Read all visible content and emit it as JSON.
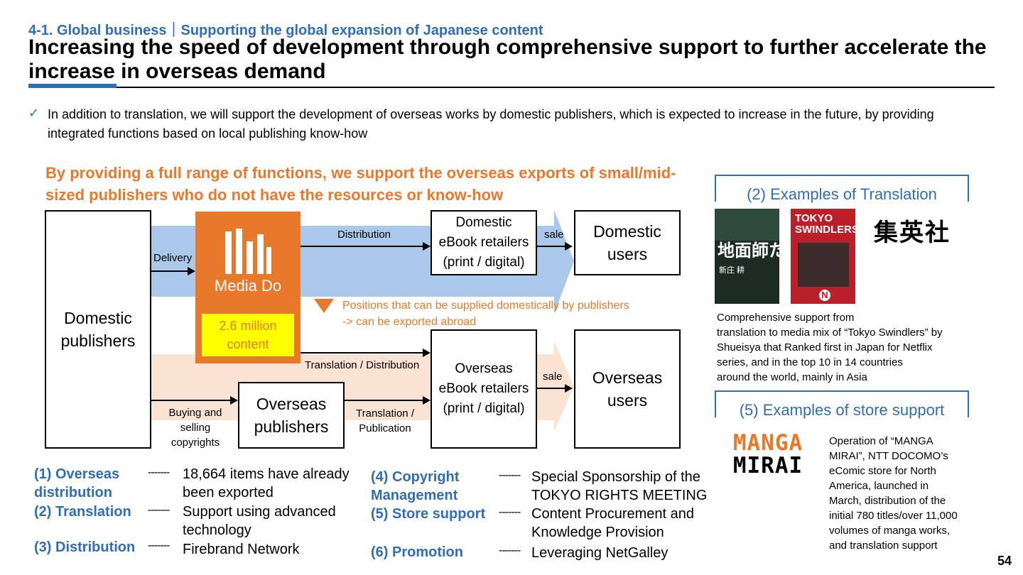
{
  "header": {
    "breadcrumb": "4-1. Global business｜Supporting the global expansion of Japanese content",
    "title": "Increasing the speed of development through comprehensive support to further accelerate the increase in overseas demand"
  },
  "bullet": "In addition to translation, we will support the development of overseas works by domestic publishers, which is expected to increase in the future, by providing integrated functions based on local publishing know-how",
  "headline": "By providing a full range of functions, we support the overseas exports of small/mid-sized publishers who do not have the resources or know-how",
  "diagram": {
    "domestic_publishers": "Domestic publishers",
    "mediado_logo": "Media Do",
    "content_count": "2.6 million content",
    "domestic_retailers": [
      "Domestic",
      "eBook retailers",
      "(print / digital)"
    ],
    "domestic_users": [
      "Domestic",
      "users"
    ],
    "overseas_retailers": [
      "Overseas",
      "eBook retailers",
      "(print / digital)"
    ],
    "overseas_users": [
      "Overseas",
      "users"
    ],
    "overseas_publishers": [
      "Overseas",
      "publishers"
    ],
    "labels": {
      "delivery": "Delivery",
      "distribution": "Distribution",
      "sale_top": "sale",
      "sale_bottom": "sale",
      "translation_distribution": "Translation / Distribution",
      "buying": [
        "Buying and",
        "selling",
        "copyrights"
      ],
      "translation_publication": [
        "Translation /",
        "Publication"
      ]
    },
    "note": [
      "Positions that can be supplied domestically by publishers",
      "-> can be exported abroad"
    ]
  },
  "items_left": [
    {
      "label": [
        "(1) Overseas",
        "distribution"
      ],
      "text": [
        "18,664 items have already",
        "been exported"
      ]
    },
    {
      "label": [
        "(2) Translation"
      ],
      "text": [
        "Support using advanced",
        "technology"
      ]
    },
    {
      "label": [
        "(3) Distribution"
      ],
      "text": [
        "Firebrand Network"
      ]
    }
  ],
  "items_right": [
    {
      "label": [
        "(4) Copyright",
        "Management"
      ],
      "text": [
        "Special Sponsorship of the",
        "TOKYO RIGHTS MEETING"
      ]
    },
    {
      "label": [
        "(5) Store support"
      ],
      "text": [
        "Content Procurement and",
        "Knowledge Provision"
      ]
    },
    {
      "label": [
        "(6) Promotion"
      ],
      "text": [
        "Leveraging NetGalley"
      ]
    }
  ],
  "dash": "-------",
  "examples": {
    "translation_title": "(2) Examples of Translation",
    "book1_title": "地面師たち",
    "book1_author": "新庄 耕",
    "book2_title": "TOKYO SWINDLERS",
    "shueisha": "集英社",
    "translation_desc": [
      "Comprehensive support from",
      "translation to media mix of “Tokyo Swindlers” by",
      "Shueisya that Ranked first in Japan for Netflix",
      "series, and in the top 10 in 14 countries",
      "around the world, mainly in Asia"
    ],
    "store_title": "(5) Examples of store support",
    "manga_logo": [
      "MANGA",
      "MIRAI"
    ],
    "store_desc": [
      "Operation of “MANGA",
      "MIRAI”, NTT DOCOMO’s",
      "eComic store for North",
      "America, launched in",
      "March, distribution of the",
      "initial 780 titles/over 11,000",
      "volumes of manga works,",
      "and translation support"
    ]
  },
  "page_number": "54",
  "colors": {
    "blue": "#2f6db5",
    "orange": "#e8782a",
    "yellow": "#ffff00",
    "lightblue": "#a9c8ea",
    "peach": "#fbe3d4"
  }
}
